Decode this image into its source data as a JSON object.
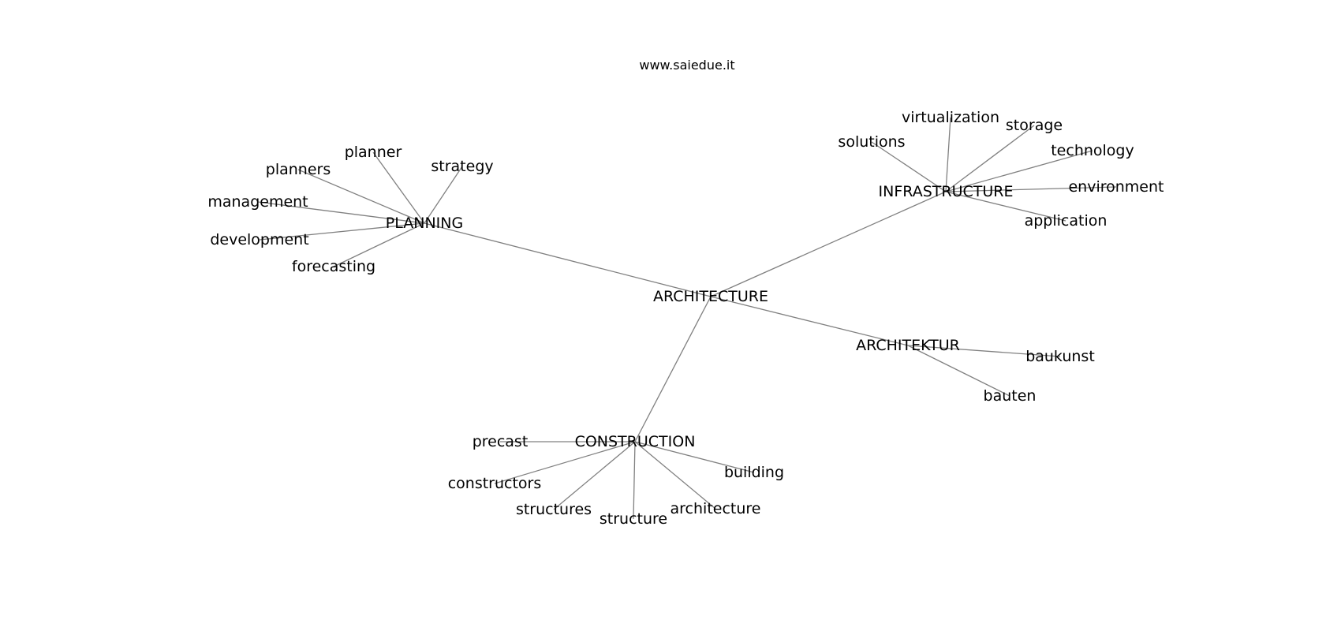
{
  "header": {
    "site": "www.saiedue.it"
  },
  "graph": {
    "edge_color": "#808080",
    "text_color": "#000000",
    "nodes": [
      {
        "id": "architecture",
        "label": "ARCHITECTURE"
      },
      {
        "id": "planning",
        "label": "PLANNING"
      },
      {
        "id": "infrastructure",
        "label": "INFRASTRUCTURE"
      },
      {
        "id": "architektur",
        "label": "ARCHITEKTUR"
      },
      {
        "id": "construction",
        "label": "CONSTRUCTION"
      },
      {
        "id": "planner",
        "label": "planner"
      },
      {
        "id": "planners",
        "label": "planners"
      },
      {
        "id": "strategy",
        "label": "strategy"
      },
      {
        "id": "management",
        "label": "management"
      },
      {
        "id": "development",
        "label": "development"
      },
      {
        "id": "forecasting",
        "label": "forecasting"
      },
      {
        "id": "virtualization",
        "label": "virtualization"
      },
      {
        "id": "solutions",
        "label": "solutions"
      },
      {
        "id": "storage",
        "label": "storage"
      },
      {
        "id": "technology",
        "label": "technology"
      },
      {
        "id": "environment",
        "label": "environment"
      },
      {
        "id": "application",
        "label": "application"
      },
      {
        "id": "baukunst",
        "label": "baukunst"
      },
      {
        "id": "bauten",
        "label": "bauten"
      },
      {
        "id": "precast",
        "label": "precast"
      },
      {
        "id": "constructors",
        "label": "constructors"
      },
      {
        "id": "structures",
        "label": "structures"
      },
      {
        "id": "structure",
        "label": "structure"
      },
      {
        "id": "architecture_term",
        "label": "architecture"
      },
      {
        "id": "building",
        "label": "building"
      }
    ],
    "edges": [
      [
        "architecture",
        "planning"
      ],
      [
        "architecture",
        "infrastructure"
      ],
      [
        "architecture",
        "architektur"
      ],
      [
        "architecture",
        "construction"
      ],
      [
        "planning",
        "planner"
      ],
      [
        "planning",
        "planners"
      ],
      [
        "planning",
        "strategy"
      ],
      [
        "planning",
        "management"
      ],
      [
        "planning",
        "development"
      ],
      [
        "planning",
        "forecasting"
      ],
      [
        "infrastructure",
        "virtualization"
      ],
      [
        "infrastructure",
        "solutions"
      ],
      [
        "infrastructure",
        "storage"
      ],
      [
        "infrastructure",
        "technology"
      ],
      [
        "infrastructure",
        "environment"
      ],
      [
        "infrastructure",
        "application"
      ],
      [
        "architektur",
        "baukunst"
      ],
      [
        "architektur",
        "bauten"
      ],
      [
        "construction",
        "precast"
      ],
      [
        "construction",
        "constructors"
      ],
      [
        "construction",
        "structures"
      ],
      [
        "construction",
        "structure"
      ],
      [
        "construction",
        "architecture_term"
      ],
      [
        "construction",
        "building"
      ]
    ]
  }
}
